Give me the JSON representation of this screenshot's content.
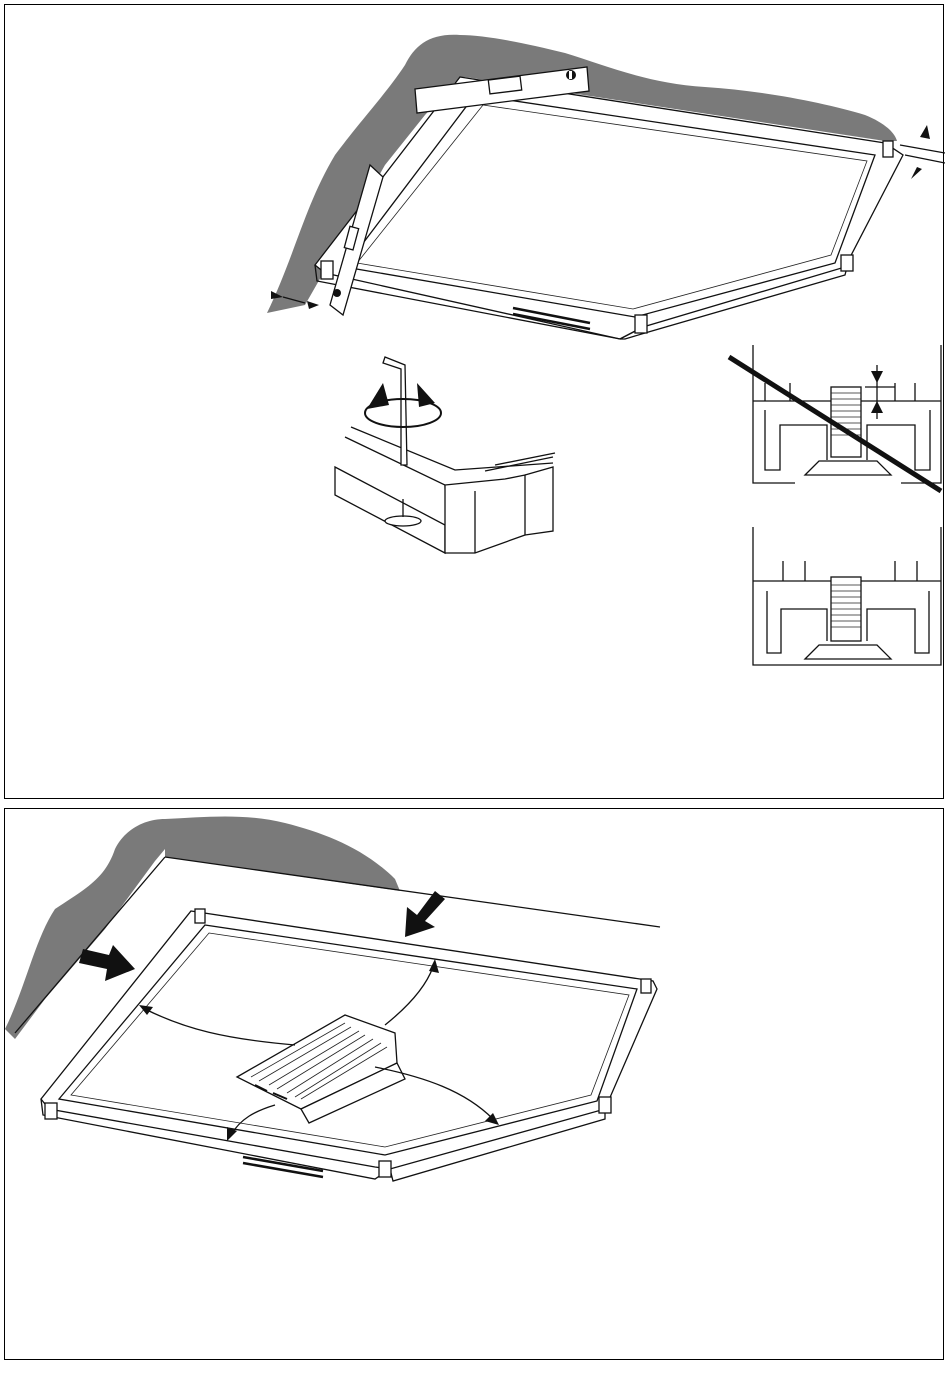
{
  "figures": [
    {
      "id": "frame-leveling",
      "description_visible_text": ""
    },
    {
      "id": "foot-adjust",
      "description_visible_text": ""
    },
    {
      "id": "foot-wrong",
      "description_visible_text": ""
    },
    {
      "id": "foot-correct",
      "description_visible_text": ""
    },
    {
      "id": "frame-positioning",
      "description_visible_text": ""
    }
  ],
  "colors": {
    "wall": "#7a7a7a",
    "line": "#111111",
    "background": "#ffffff"
  },
  "icons": [
    "spirit-level-icon",
    "hex-key-icon",
    "rotate-arrows-icon",
    "cross-out-icon",
    "push-arrow-icon",
    "vent-grille-icon"
  ]
}
